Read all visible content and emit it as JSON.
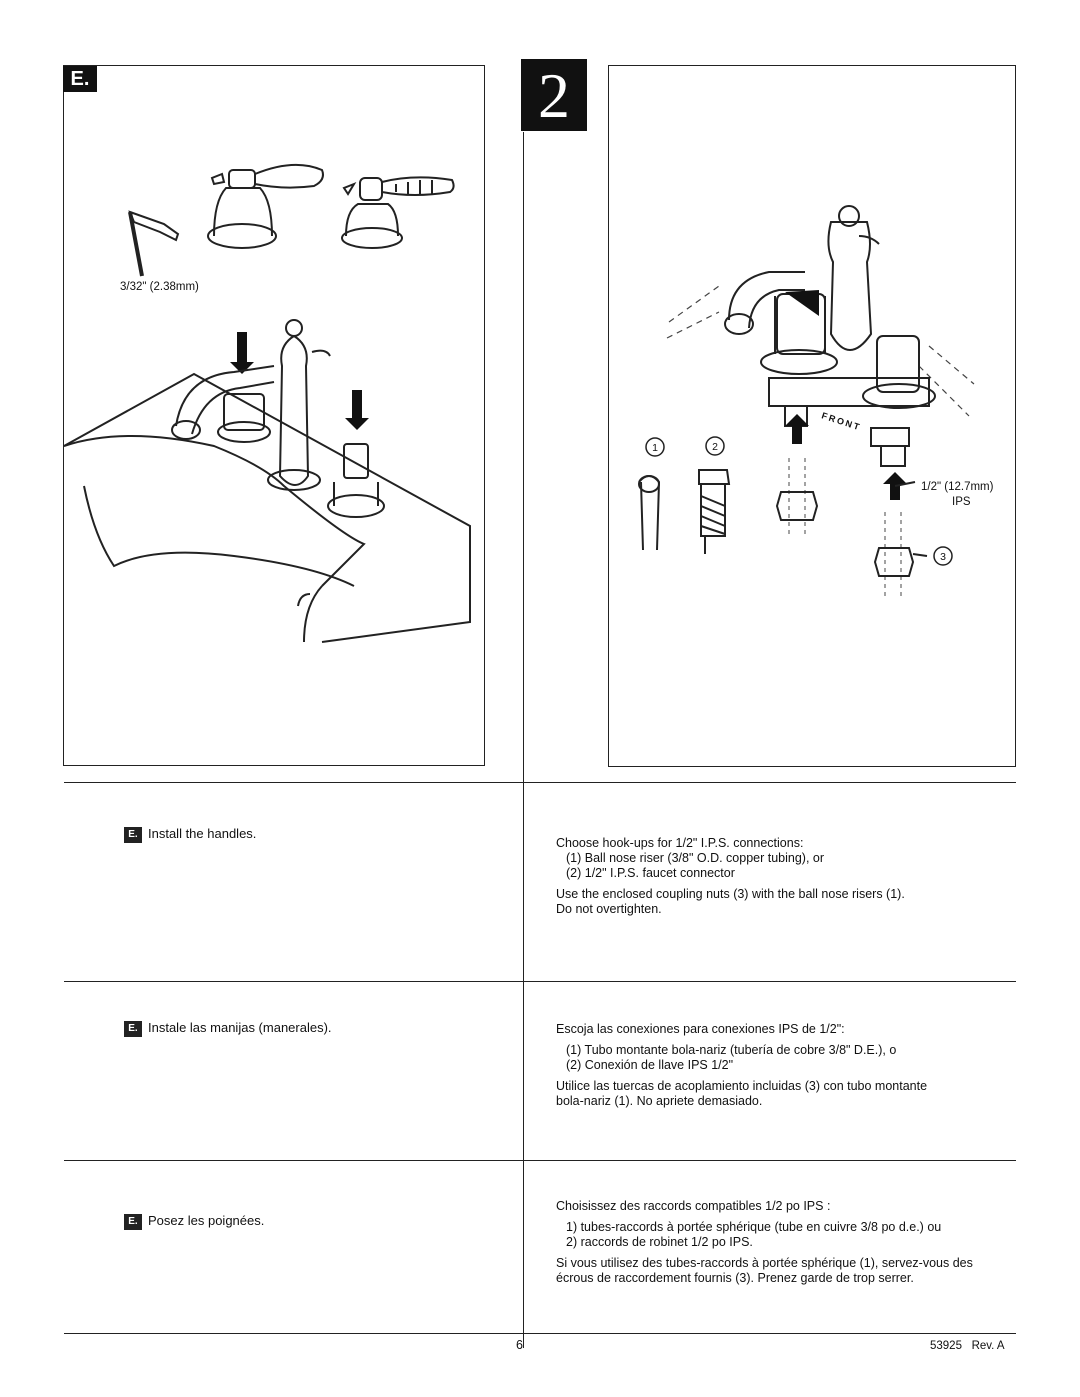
{
  "left_panel": {
    "badge": "E.",
    "wrench_label": "3/32\" (2.38mm)"
  },
  "right_panel": {
    "step_number": "2",
    "callout_1": "1",
    "callout_2": "2",
    "callout_3": "3",
    "front_label": "FRONT",
    "size_label": "1/2\" (12.7mm)",
    "ips_label": "IPS"
  },
  "english": {
    "badge": "E.",
    "left_text": "Install the handles.",
    "intro": "Choose hook-ups for 1/2\" I.P.S. connections:",
    "item1": "(1)  Ball nose riser (3/8\" O.D. copper tubing), or",
    "item2": "(2)  1/2\" I.P.S. faucet connector",
    "note1": "Use the enclosed coupling nuts (3) with the ball nose risers (1).",
    "note2": "Do not overtighten."
  },
  "spanish": {
    "badge": "E.",
    "left_text": "Instale las manijas (manerales).",
    "intro": "Escoja las conexiones para conexiones IPS de 1/2\":",
    "item1": "(1)  Tubo montante bola-nariz (tubería de cobre 3/8\" D.E.), o",
    "item2": "(2)  Conexión de llave IPS 1/2\"",
    "note1": "Utilice las tuercas de acoplamiento incluidas (3) con tubo montante",
    "note2": "bola-nariz (1). No apriete demasiado."
  },
  "french": {
    "badge": "E.",
    "left_text": "Posez les poignées.",
    "intro": "Choisissez des raccords compatibles 1/2 po IPS :",
    "item1": "1)  tubes-raccords à portée sphérique (tube en cuivre 3/8 po d.e.) ou",
    "item2": "2)  raccords de robinet 1/2 po IPS.",
    "note1": "Si vous utilisez des tubes-raccords à portée sphérique (1), servez-vous des",
    "note2": "écrous de raccordement fournis (3). Prenez garde de trop serrer."
  },
  "footer": {
    "page_number": "6",
    "doc_ref": "53925   Rev. A"
  }
}
